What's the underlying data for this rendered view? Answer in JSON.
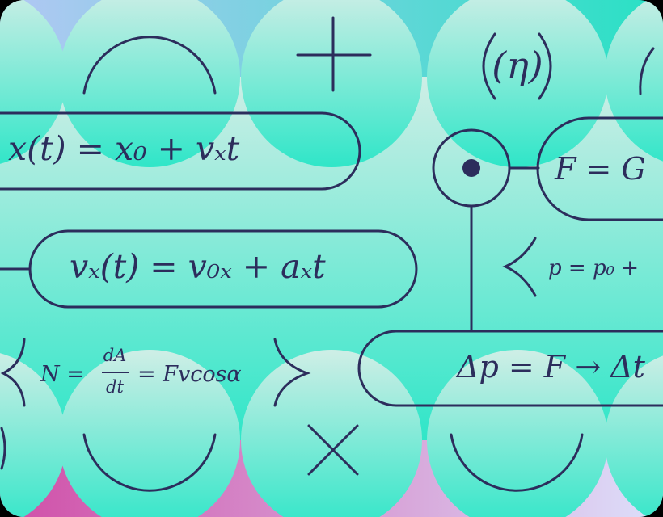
{
  "colors": {
    "ink": "#2c2d5c",
    "top_left": "#b3c7f4",
    "top_right": "#28e1c4",
    "band_top": "#cfeee6",
    "band_bottom": "#2fe6c8",
    "bottom_left": "#d04ea7",
    "bottom_right": "#dde0fb"
  },
  "top_symbols": {
    "arc_up": "arc-up-icon",
    "plus": "+",
    "eta": "(η)"
  },
  "bottom_symbols": {
    "arc_down_left": "arc-down-icon",
    "cross": "cross-icon",
    "arc_down_right": "arc-down-icon"
  },
  "formulas": {
    "position": "x(t) = x₀ + vₓt",
    "velocity": "vₓ(t) = v₀ₓ + aₓt",
    "power_lhs": "N = ",
    "power_frac_num": "dA",
    "power_frac_den": "dt",
    "power_rhs": "= Fvcosα",
    "gravity": "F = G",
    "momentum": "p = p₀ +",
    "impulse": "Δp = F → Δt"
  },
  "node": {
    "icon": "dot-circle-icon"
  }
}
